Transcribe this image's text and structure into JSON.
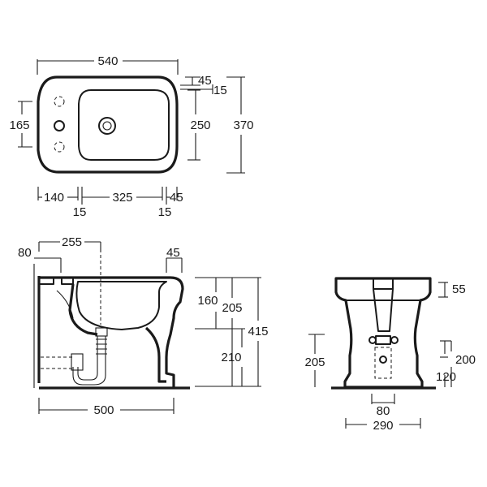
{
  "top_view": {
    "width": "540",
    "rim_45": "45",
    "rim_15": "15",
    "hole_spacing": "165",
    "bowl_depth": "250",
    "depth": "370",
    "rear_140": "140",
    "bowl_325": "325",
    "front_45": "45",
    "gap_15_left": "15",
    "gap_15_right": "15"
  },
  "side_view": {
    "outlet_80": "80",
    "outlet_255": "255",
    "rim_45": "45",
    "bowl_160": "160",
    "height_205": "205",
    "floor_210": "210",
    "total_415": "415",
    "length_500": "500"
  },
  "front_view": {
    "top_55": "55",
    "height_205": "205",
    "height_200": "200",
    "height_120": "120",
    "base_80": "80",
    "width_290": "290"
  }
}
